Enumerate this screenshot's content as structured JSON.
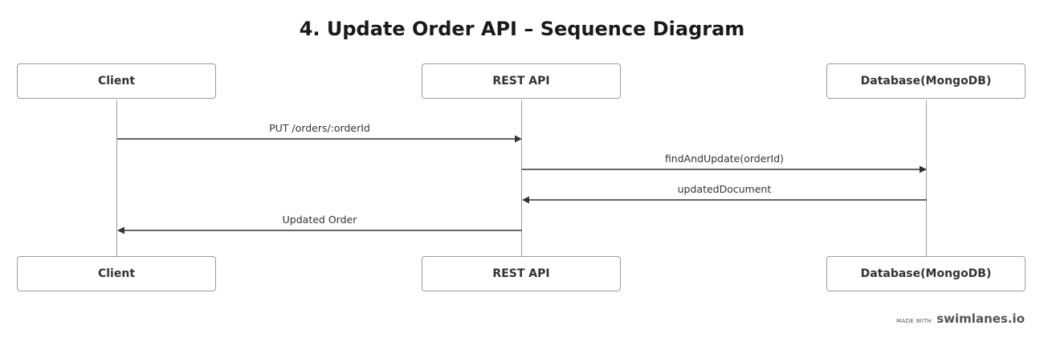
{
  "title": "4. Update Order API – Sequence Diagram",
  "participants": [
    {
      "id": "client",
      "label": "Client"
    },
    {
      "id": "rest",
      "label": "REST API"
    },
    {
      "id": "db",
      "label": "Database(MongoDB)"
    }
  ],
  "messages": [
    {
      "label": "PUT /orders/:orderId",
      "from": "Client",
      "to": "REST API"
    },
    {
      "label": "findAndUpdate(orderId)",
      "from": "REST API",
      "to": "Database(MongoDB)"
    },
    {
      "label": "updatedDocument",
      "from": "Database(MongoDB)",
      "to": "REST API"
    },
    {
      "label": "Updated Order",
      "from": "REST API",
      "to": "Client"
    }
  ],
  "watermark": {
    "made_with": "MADE WITH",
    "brand": "swimlanes.io"
  }
}
